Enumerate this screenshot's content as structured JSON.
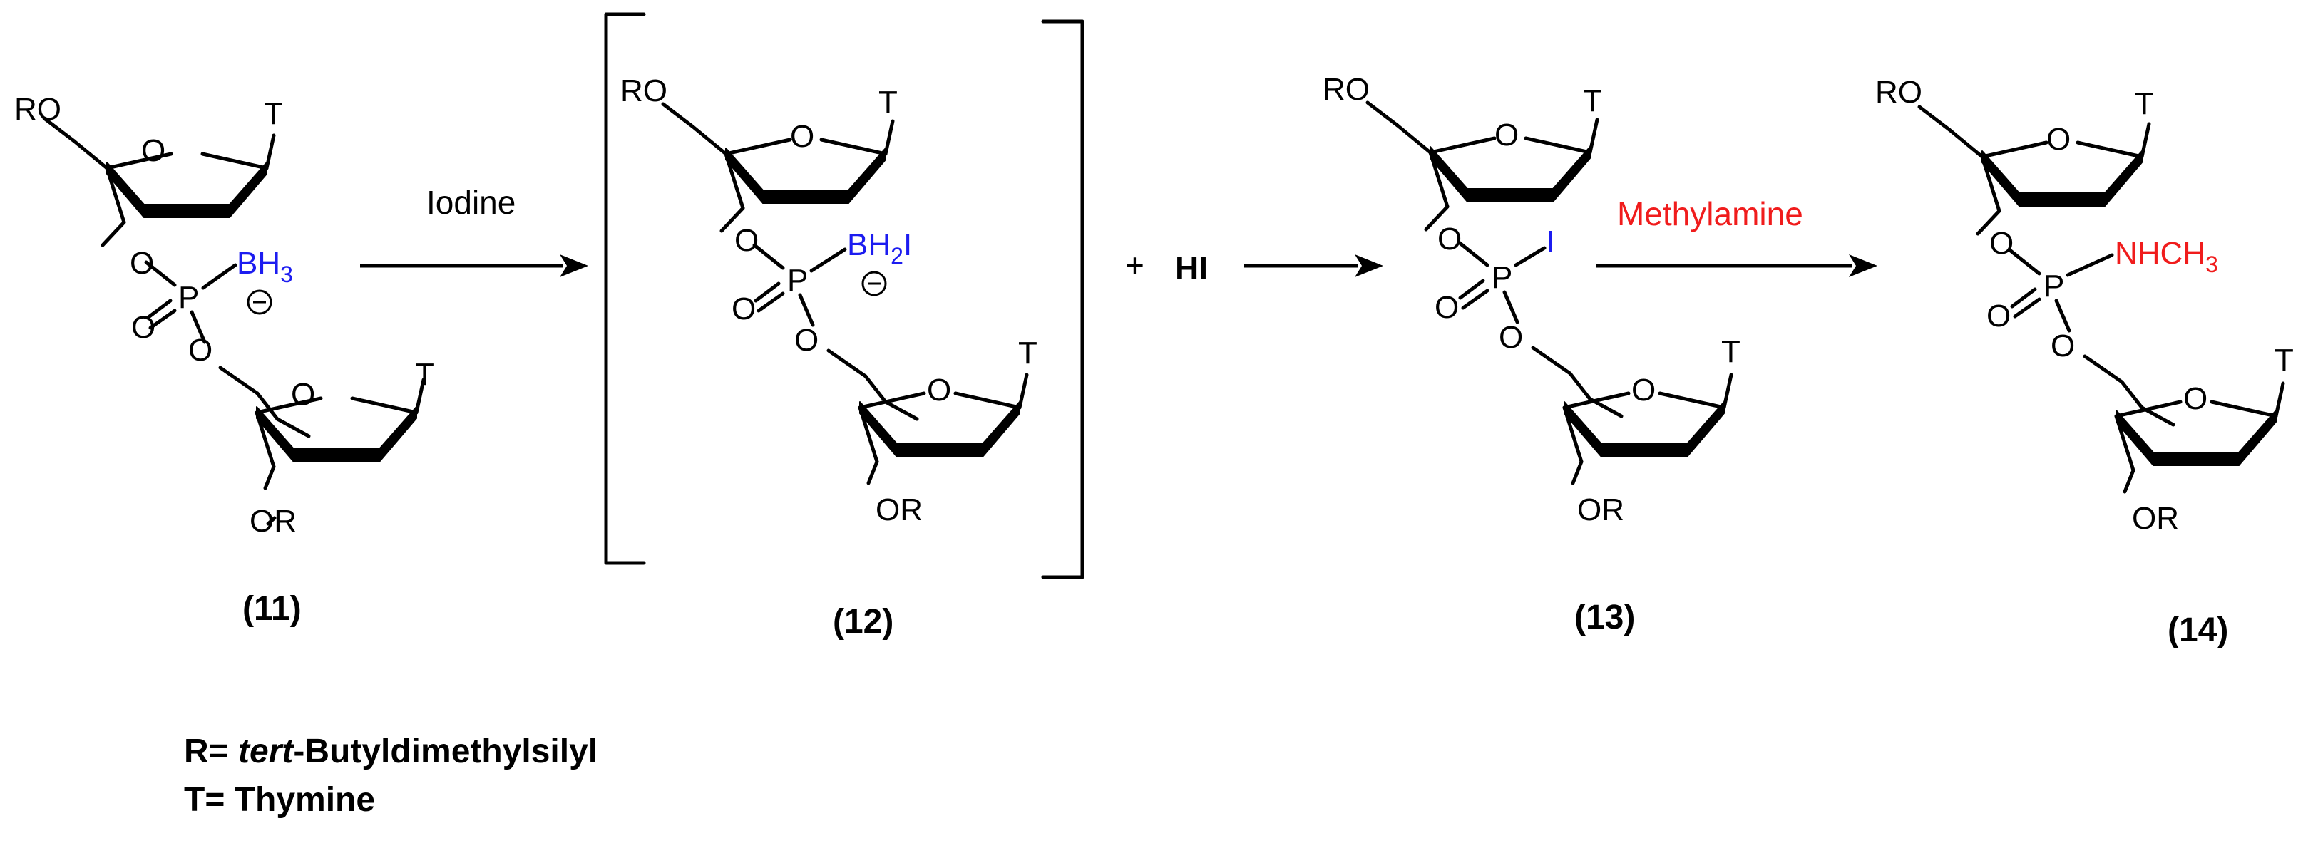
{
  "colors": {
    "blue": "#1c1cf0",
    "red": "#f01c1c",
    "black": "#000000"
  },
  "atoms": {
    "ro": "RO",
    "or": "OR",
    "o": "O",
    "p": "P",
    "t": "T",
    "b": "B",
    "h": "H",
    "i": "I",
    "nhch": "NHCH",
    "sub2": "2",
    "sub3": "3",
    "minus": "−"
  },
  "reagents": {
    "step1": "Iodine",
    "plus": "+",
    "hi": "HI",
    "step3": "Methylamine"
  },
  "compounds": [
    "(11)",
    "(12)",
    "(13)",
    "(14)"
  ],
  "legend": {
    "r_prefix": "R= ",
    "r_italic": "tert",
    "r_rest": "-Butyldimethylsilyl",
    "t_line": "T= Thymine"
  }
}
